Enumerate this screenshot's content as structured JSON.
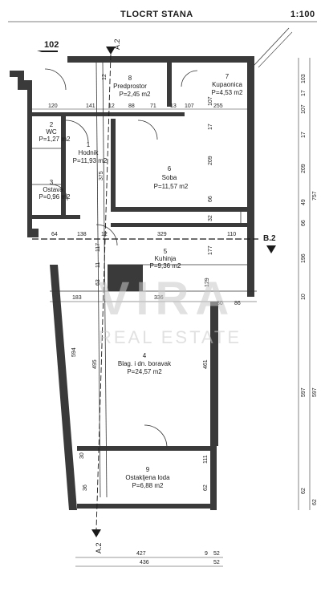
{
  "header": {
    "title": "TLOCRT STANA",
    "scale": "1:100"
  },
  "markers": {
    "unit_number": "102",
    "section_a_top": "A.2",
    "section_a_bottom": "A.2",
    "section_b": "B.2"
  },
  "watermark": {
    "line1": "VIRA",
    "line2": "REAL ESTATE"
  },
  "rooms": [
    {
      "id": "8",
      "name": "Predprostor",
      "area": "P=2,45 m2"
    },
    {
      "id": "7",
      "name": "Kupaonica",
      "area": "P=4,53 m2"
    },
    {
      "id": "2",
      "name": "WC",
      "area": "P=1,27 m2"
    },
    {
      "id": "1",
      "name": "Hodnik",
      "area": "P=11,93 m2"
    },
    {
      "id": "6",
      "name": "Soba",
      "area": "P=11,57 m2"
    },
    {
      "id": "3",
      "name": "Ostava",
      "area": "P=0,96 m2"
    },
    {
      "id": "5",
      "name": "Kuhinja",
      "area": "P=9,36 m2"
    },
    {
      "id": "4",
      "name": "Blag. i dn. boravak",
      "area": "P=24,57 m2"
    },
    {
      "id": "9",
      "name": "Ostakljena loda",
      "area": "P=6,88 m2"
    }
  ],
  "dimensions": {
    "row_120": [
      "120",
      "141",
      "12",
      "88",
      "71",
      "13",
      "107",
      "255"
    ],
    "row_64": [
      "64",
      "138",
      "12",
      "329",
      "110"
    ],
    "row_183": [
      "183",
      "336",
      "30",
      "86"
    ],
    "vertical_inner": [
      "12",
      "375",
      "117",
      "11",
      "63",
      "594",
      "495",
      "461",
      "111",
      "62",
      "36",
      "30",
      "209",
      "66",
      "32",
      "17",
      "177",
      "129",
      "107"
    ],
    "right_chain": [
      "103",
      "17",
      "107",
      "17",
      "209",
      "757",
      "49",
      "66",
      "196",
      "10",
      "597",
      "597",
      "62",
      "62"
    ],
    "bottom": [
      "427",
      "9",
      "52",
      "436",
      "52"
    ]
  }
}
